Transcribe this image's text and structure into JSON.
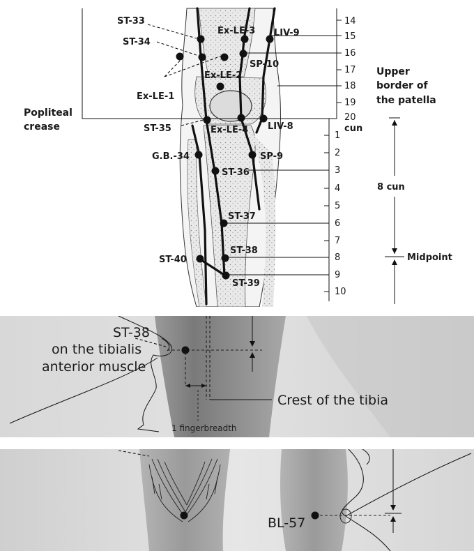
{
  "top_diagram": {
    "labels": {
      "st33": "ST-33",
      "st34": "ST-34",
      "exle3": "Ex-LE-3",
      "liv9": "LIV-9",
      "sp10": "SP-10",
      "exle2": "Ex-LE-2",
      "exle1": "Ex-LE-1",
      "st35": "ST-35",
      "exle4": "Ex-LE-4",
      "liv8": "LIV-8",
      "gb34": "G.B.-34",
      "sp9": "SP-9",
      "st36": "ST-36",
      "st37": "ST-37",
      "st38": "ST-38",
      "st40": "ST-40",
      "st39": "ST-39",
      "popliteal_1": "Popliteal",
      "popliteal_2": "crease",
      "upper_1": "Upper",
      "upper_2": "border of",
      "upper_3": "the patella",
      "cun_label": "cun",
      "eight_cun": "8 cun",
      "midpoint": "Midpoint"
    },
    "upper_scale": [
      "14",
      "15",
      "16",
      "17",
      "18",
      "19",
      "20"
    ],
    "lower_scale": [
      "1",
      "2",
      "3",
      "4",
      "5",
      "6",
      "7",
      "8",
      "9",
      "10"
    ]
  },
  "middle_photo": {
    "point_label_1": "ST-38",
    "point_label_2": "on the tibialis",
    "point_label_3": "anterior muscle",
    "crest_label": "Crest of the tibia",
    "finger_label": "1 fingerbreadth"
  },
  "bottom_photo": {
    "point_label": "BL-57"
  }
}
